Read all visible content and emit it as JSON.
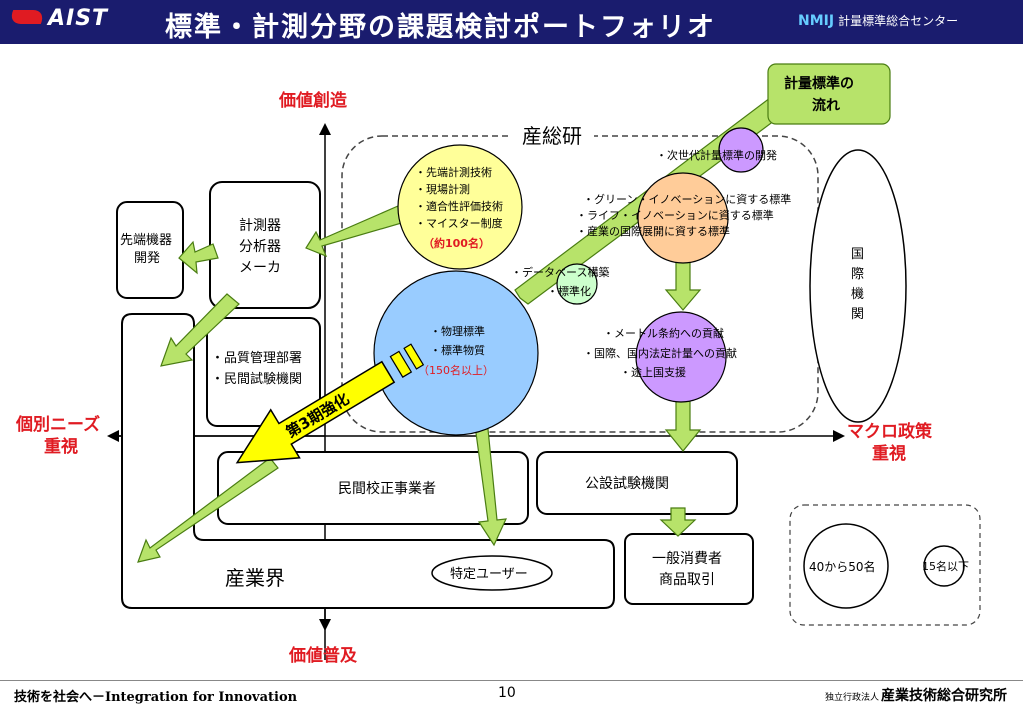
{
  "header": {
    "logo": "AIST",
    "title": "標準・計測分野の課題検討ポートフォリオ",
    "nmij_logo": "NMIJ",
    "nmij_label": "計量標準総合センター"
  },
  "axes": {
    "top": "価値創造",
    "bottom": "価値普及",
    "left": [
      "個別ニーズ",
      "重視"
    ],
    "right": [
      "マクロ政策",
      "重視"
    ]
  },
  "aist_label": "産総研",
  "flow_label": [
    "計量標準の",
    "流れ"
  ],
  "circles": {
    "yellow": [
      "・先端計測技術",
      "・現場計測",
      "・適合性評価技術",
      "・マイスター制度",
      "（約100名）"
    ],
    "blue": [
      "・物理標準",
      "・標準物質",
      "（150名以上）"
    ],
    "orange": [
      "・グリーン・イノベーションに資する標準",
      "・ライフ・イノベーションに資する標準",
      "・産業の国際展開に資する標準"
    ],
    "next_gen": "・次世代計量標準の開発",
    "database": [
      "・データベース構築",
      "・標準化"
    ],
    "purple": [
      "・メートル条約への貢献",
      "・国際、国内法定計量への貢献",
      "・途上国支援"
    ]
  },
  "boxes": {
    "advanced_dev": [
      "先端機器",
      "開発"
    ],
    "instrument_maker": [
      "計測器",
      "分析器",
      "メーカ"
    ],
    "quality_dept": [
      "・品質管理部署",
      "・民間試験機関"
    ],
    "private_calibration": "民間校正事業者",
    "public_testing": "公設試験機関",
    "industry": "産業界",
    "specific_user": "特定ユーザー",
    "consumer": [
      "一般消費者",
      "商品取引"
    ],
    "international": [
      "国",
      "際",
      "機",
      "関"
    ]
  },
  "third_phase": "第3期強化",
  "legend": {
    "large": "40から50名",
    "small": "15名以下"
  },
  "footer": {
    "left": "技術を社会へ－Integration for Innovation",
    "page": "10",
    "right_small": "独立行政法人",
    "right": "産業技術総合研究所"
  },
  "colors": {
    "header": "#1a1c6e",
    "axis_label": "#e01b22",
    "arrow_green": "#b7e36a",
    "yellow": "#ffff99",
    "blue": "#99ccff",
    "orange": "#ffcc99",
    "purple": "#cc99ff"
  }
}
